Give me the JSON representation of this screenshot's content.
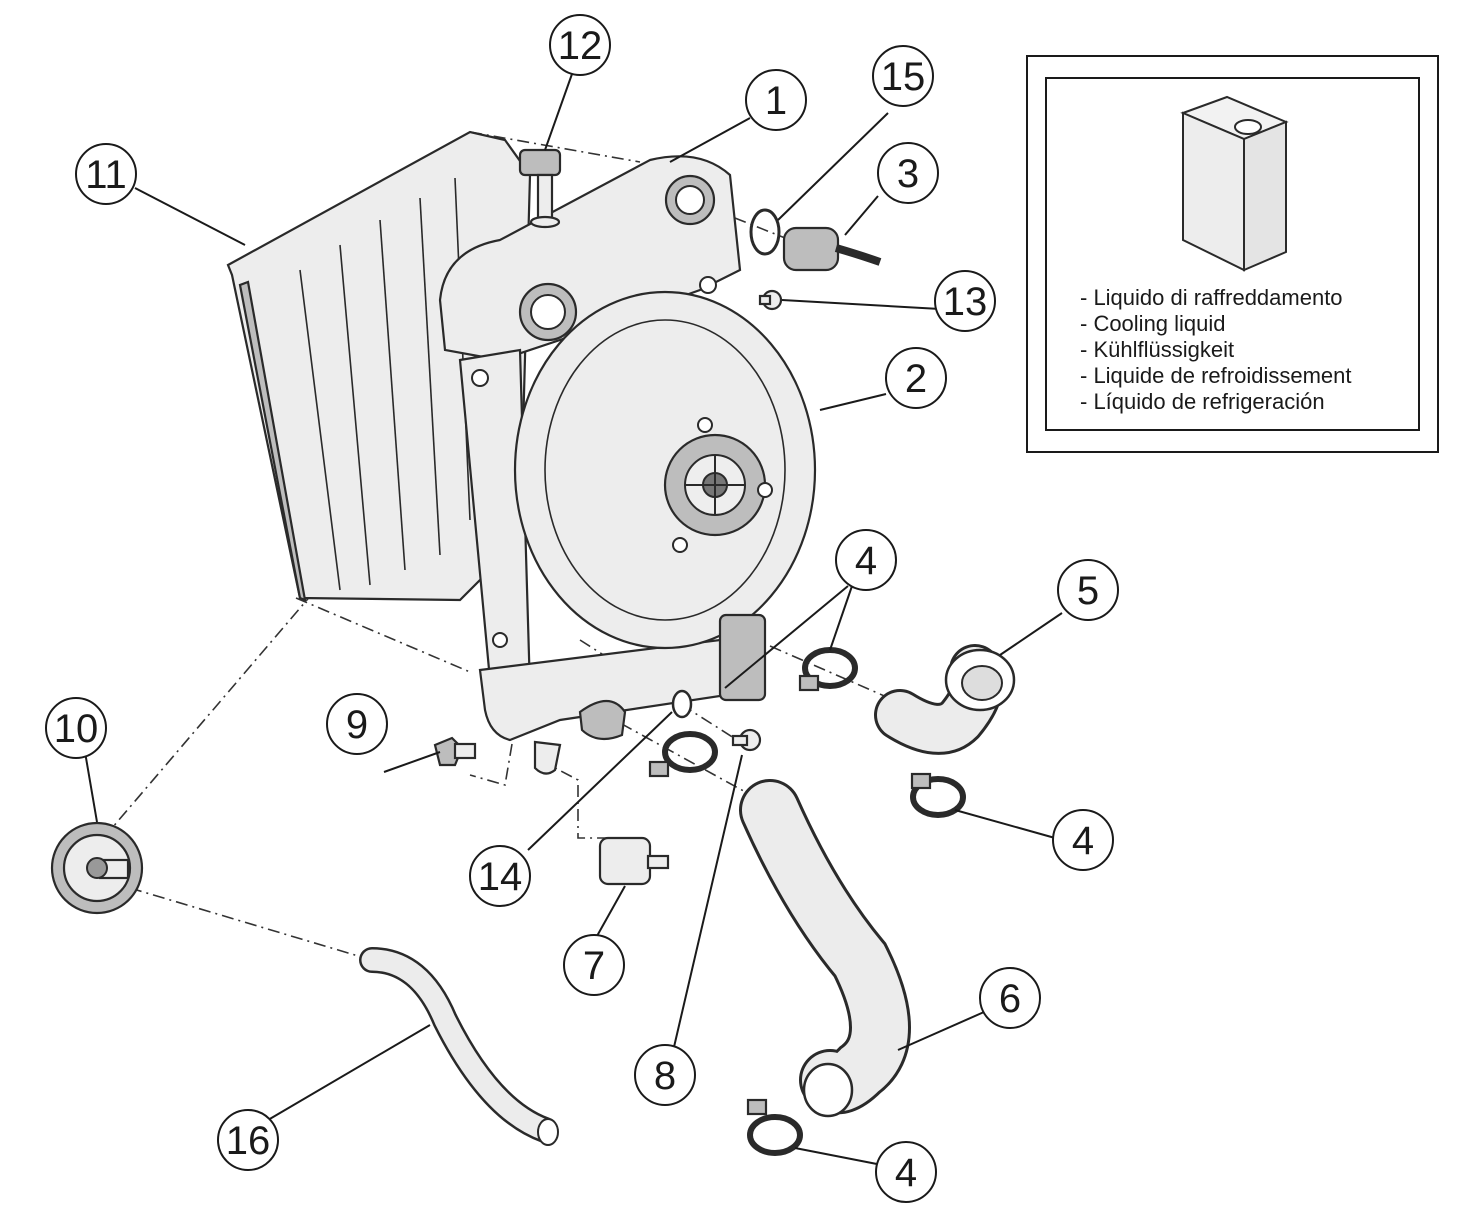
{
  "callouts": [
    {
      "id": "c1",
      "label": "1"
    },
    {
      "id": "c2",
      "label": "2"
    },
    {
      "id": "c3",
      "label": "3"
    },
    {
      "id": "c4a",
      "label": "4"
    },
    {
      "id": "c4b",
      "label": "4"
    },
    {
      "id": "c4c",
      "label": "4"
    },
    {
      "id": "c5",
      "label": "5"
    },
    {
      "id": "c6",
      "label": "6"
    },
    {
      "id": "c7",
      "label": "7"
    },
    {
      "id": "c8",
      "label": "8"
    },
    {
      "id": "c9",
      "label": "9"
    },
    {
      "id": "c10",
      "label": "10"
    },
    {
      "id": "c11",
      "label": "11"
    },
    {
      "id": "c12",
      "label": "12"
    },
    {
      "id": "c13",
      "label": "13"
    },
    {
      "id": "c14",
      "label": "14"
    },
    {
      "id": "c15",
      "label": "15"
    },
    {
      "id": "c16",
      "label": "16"
    }
  ],
  "legend": {
    "items": [
      "- Liquido di raffreddamento",
      "- Cooling liquid",
      "- Kühlflüssigkeit",
      "- Liquide de refroidissement",
      "- Líquido de refrigeración"
    ]
  }
}
